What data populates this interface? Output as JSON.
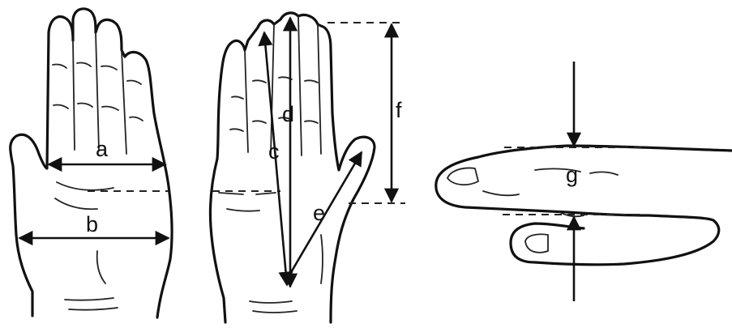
{
  "labels": {
    "a": "a",
    "b": "b",
    "c": "c",
    "d": "d",
    "e": "e",
    "f": "f",
    "g": "g"
  }
}
